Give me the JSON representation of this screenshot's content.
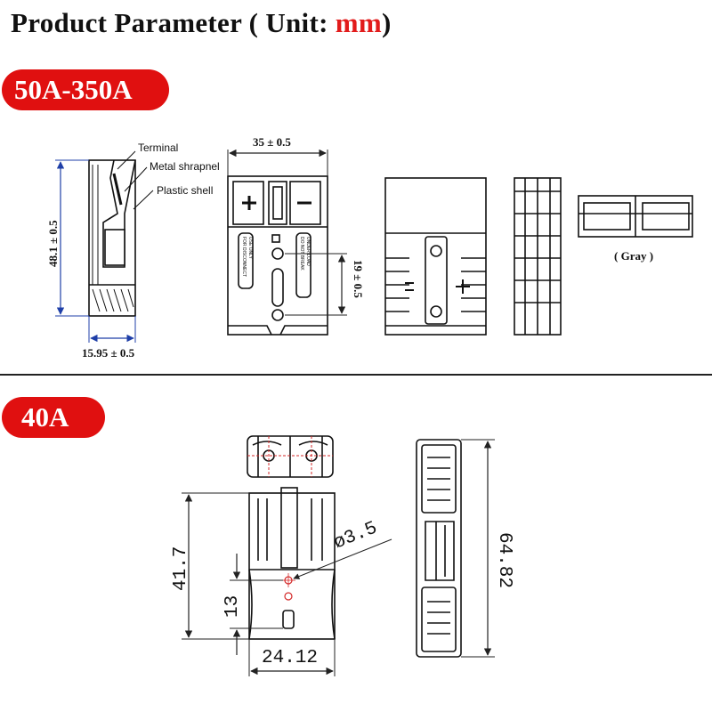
{
  "title": {
    "prefix": "Product Parameter ( Unit: ",
    "unit": "mm",
    "suffix": ")"
  },
  "sections": [
    {
      "badge": "50A-350A"
    },
    {
      "badge": "40A"
    }
  ],
  "section1": {
    "callouts": [
      "Terminal",
      "Metal shrapnel",
      "Plastic shell"
    ],
    "dims": {
      "height": "48.1 ± 0.5",
      "width": "15.95 ± 0.5",
      "face_width": "35 ± 0.5",
      "hole_spacing": "19 ± 0.5"
    },
    "face_text": [
      "FOR DISCONNECT",
      "USE ONLY",
      "DO NOT BREAK",
      "UNDER LOAD"
    ],
    "color_note": "( Gray )"
  },
  "section2": {
    "dims": {
      "height": "41.7",
      "hole_spacing": "13",
      "width": "24.12",
      "hole_dia": "ø3.5",
      "length": "64.82"
    }
  }
}
